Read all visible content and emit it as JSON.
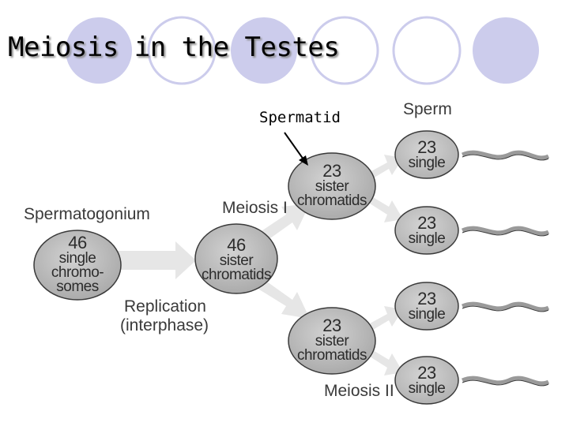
{
  "title": "Meiosis in the Testes",
  "labels": {
    "spermatid": "Spermatid",
    "sperm": "Sperm",
    "spermatogonium": "Spermatogonium",
    "meiosis_1": "Meiosis I",
    "meiosis_2": "Meiosis II",
    "replication": "Replication",
    "interphase": "(interphase)"
  },
  "cells": {
    "spermatogonium": {
      "number": "46",
      "line1": "single",
      "line2": "chromo-",
      "line3": "somes"
    },
    "replicated": {
      "number": "46",
      "line1": "sister",
      "line2": "chromatids"
    },
    "meiosis1_top": {
      "number": "23",
      "line1": "sister",
      "line2": "chromatids"
    },
    "meiosis1_bottom": {
      "number": "23",
      "line1": "sister",
      "line2": "chromatids"
    }
  },
  "sperm": [
    {
      "number": "23",
      "label": "single"
    },
    {
      "number": "23",
      "label": "single"
    },
    {
      "number": "23",
      "label": "single"
    },
    {
      "number": "23",
      "label": "single"
    }
  ],
  "colors": {
    "cell_fill": "#c4c4c4",
    "arrow_fill": "#e6e6e6",
    "decor_circle": "#ccccec"
  }
}
